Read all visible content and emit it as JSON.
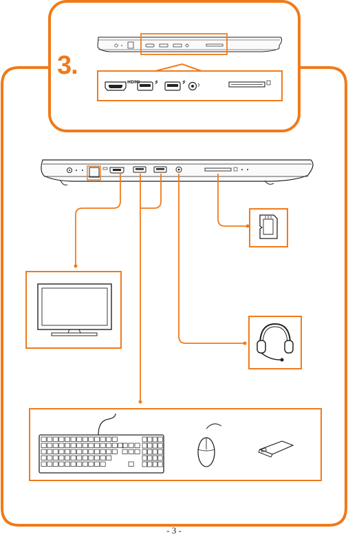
{
  "step": {
    "number": "3."
  },
  "callout_labels": {
    "hdmi": "HDMI",
    "usb_1": "⭍",
    "usb_2": "⭍"
  },
  "footer": {
    "page_number": "- 3 -"
  },
  "colors": {
    "accent": "#f07a1a",
    "line": "#222222"
  },
  "icons": [
    "laptop-side-view",
    "hdmi-port-icon",
    "usb-port-icon",
    "audio-jack-icon",
    "card-reader-icon",
    "sd-card-icon",
    "headset-icon",
    "monitor-icon",
    "keyboard-icon",
    "mouse-icon",
    "usb-drive-icon"
  ]
}
